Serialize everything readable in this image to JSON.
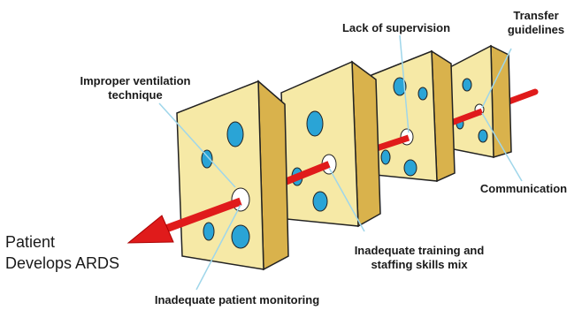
{
  "outcome": {
    "line1": "Patient",
    "line2": "Develops ARDS"
  },
  "labels": {
    "improper_ventilation_line1": "Improper ventilation",
    "improper_ventilation_line2": "technique",
    "lack_of_supervision": "Lack of supervision",
    "transfer_guidelines_line1": "Transfer",
    "transfer_guidelines_line2": "guidelines",
    "communication": "Communication",
    "inadequate_training_line1": "Inadequate training and",
    "inadequate_training_line2": "staffing skills mix",
    "inadequate_monitoring": "Inadequate patient monitoring"
  },
  "colors": {
    "cheese_face": "#f6e9a6",
    "cheese_side": "#d9b24c",
    "cheese_outline": "#222222",
    "hole": "#2aa4d6",
    "arrow": "#e01b1b",
    "pointer_line": "#9fd6ea"
  }
}
